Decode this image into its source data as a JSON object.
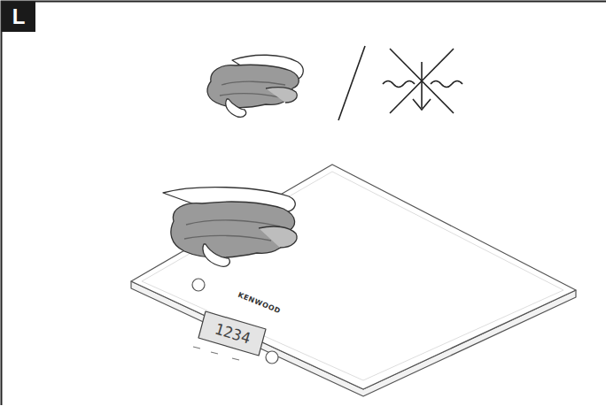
{
  "diagram": {
    "labels": [
      "L",
      "KENWOOD",
      "1234"
    ]
  }
}
